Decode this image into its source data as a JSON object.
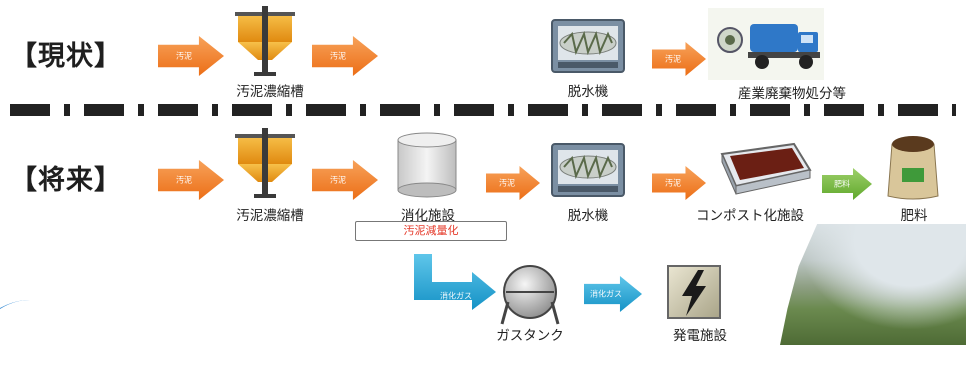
{
  "sections": {
    "current": "【現状】",
    "future": "【将来】"
  },
  "arrows": {
    "sludge": "汚泥",
    "fertilizer": "肥料",
    "digestion_gas": "消化ガス"
  },
  "current_row": {
    "thickener": "汚泥濃縮槽",
    "dehydrator": "脱水機",
    "disposal": "産業廃棄物処分等"
  },
  "future_row": {
    "thickener": "汚泥濃縮槽",
    "digester": "消化施設",
    "dehydrator": "脱水機",
    "compost": "コンポスト化施設",
    "fertilizer": "肥料",
    "reduction_note": "汚泥減量化",
    "gas_tank": "ガスタンク",
    "power": "発電施設"
  },
  "colors": {
    "arrow_orange": "#ec6e16",
    "arrow_green": "#5fa82c",
    "arrow_teal": "#1592c6",
    "note_text": "#e53a2a"
  }
}
